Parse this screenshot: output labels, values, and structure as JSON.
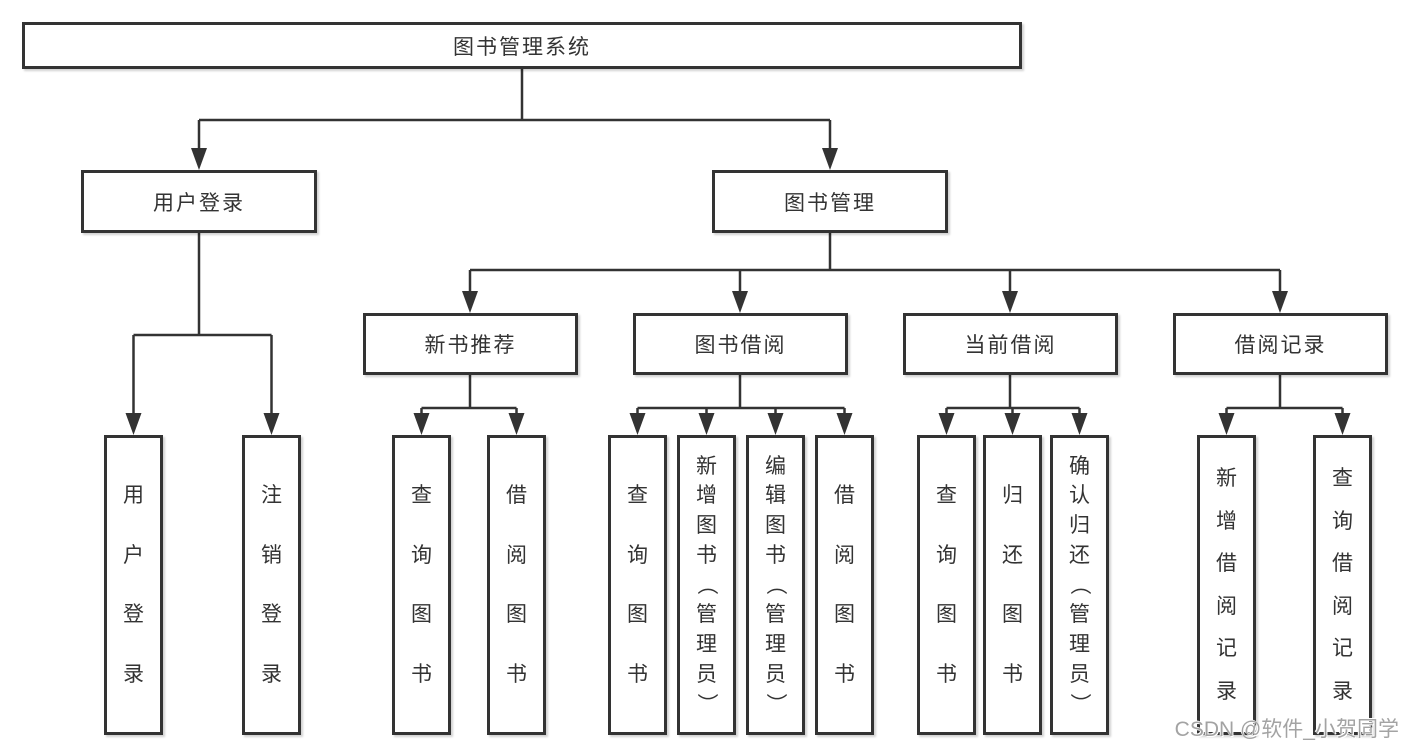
{
  "diagram": {
    "root": {
      "label": "图书管理系统"
    },
    "level2": [
      {
        "id": "user-login",
        "label": "用户登录"
      },
      {
        "id": "book-management",
        "label": "图书管理"
      }
    ],
    "level3": [
      {
        "id": "new-book-recommend",
        "label": "新书推荐"
      },
      {
        "id": "book-borrow",
        "label": "图书借阅"
      },
      {
        "id": "current-borrow",
        "label": "当前借阅"
      },
      {
        "id": "borrow-records",
        "label": "借阅记录"
      }
    ],
    "leaves": {
      "user_login": [
        "用户登录",
        "注销登录"
      ],
      "new_book_recommend": [
        "查询图书",
        "借阅图书"
      ],
      "book_borrow": [
        "查询图书",
        "新增图书（管理员）",
        "编辑图书（管理员）",
        "借阅图书"
      ],
      "current_borrow": [
        "查询图书",
        "归还图书",
        "确认归还（管理员）"
      ],
      "borrow_records": [
        "新增借阅记录",
        "查询借阅记录"
      ]
    }
  },
  "watermark": {
    "text": "CSDN @软件_小贺同学"
  },
  "colors": {
    "line": "#333333",
    "border": "#333333",
    "text": "#333333",
    "watermark_text": "#a3a3a3",
    "background": "#ffffff"
  }
}
